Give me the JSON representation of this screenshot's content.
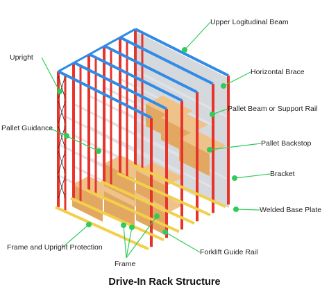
{
  "title": "Drive-In Rack Structure",
  "colors": {
    "upright": "#e8332b",
    "upper_beam": "#2f8be6",
    "rail": "#f2d04c",
    "pallet_load": "#e2a861",
    "pallet_beam": "#dfe3e7",
    "backstop": "#c7c9cc",
    "leader": "#2fcc5a"
  },
  "labels": {
    "upper_beam": "Upper Logitudinal Beam",
    "upright": "Upright",
    "horizontal_brace": "Horizontal Brace",
    "pallet_beam": "Pallet Beam or Support Rail",
    "pallet_guidance": "Pallet Guidance",
    "pallet_backstop": "Pallet Backstop",
    "bracket": "Bracket",
    "welded_base_plate": "Welded Base Plate",
    "frame_protection": "Frame and Upright Protection",
    "forklift_rail": "Forklift Guide Rail",
    "frame": "Frame"
  }
}
